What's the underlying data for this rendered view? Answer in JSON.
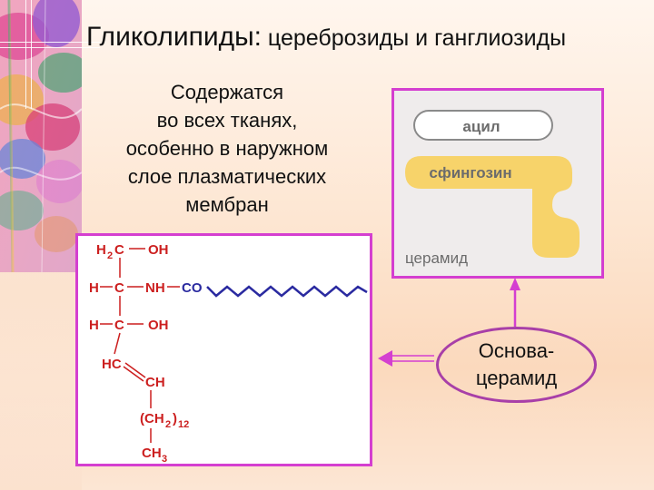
{
  "title": {
    "main": "Гликолипиды:",
    "sub": " цереброзиды и ганглиозиды"
  },
  "intro_lines": [
    "Содержатся",
    "во всех тканях,",
    "особенно в наружном",
    "слое плазматических",
    "мембран"
  ],
  "formula": {
    "row1_h2c": "H",
    "row1_sub2": "2",
    "row1_c": "C",
    "row1_oh": "OH",
    "row2_h": "H",
    "row2_c": "C",
    "row2_nh": "NH",
    "row2_co": "CO",
    "row3_h": "H",
    "row3_c": "C",
    "row3_oh": "OH",
    "row4_hc": "HC",
    "row5_ch": "CH",
    "row6_ch": "(CH",
    "row6_sub": "2",
    "row6_close": ")",
    "row6_sub12": "12",
    "row7_ch": "CH",
    "row7_sub3": "3"
  },
  "ceramide_diagram": {
    "acyl_label": "ацил",
    "sphingosine_label": "сфингозин",
    "ceramide_label": "церамид"
  },
  "basis": {
    "line1": "Основа-",
    "line2": "церамид"
  },
  "colors": {
    "frame_magenta": "#d43fd0",
    "formula_red": "#cc1f1f",
    "formula_blue": "#2a2aa0",
    "sphingosine_yellow": "#f7d36a",
    "arrow_pink": "#d43fd0"
  }
}
